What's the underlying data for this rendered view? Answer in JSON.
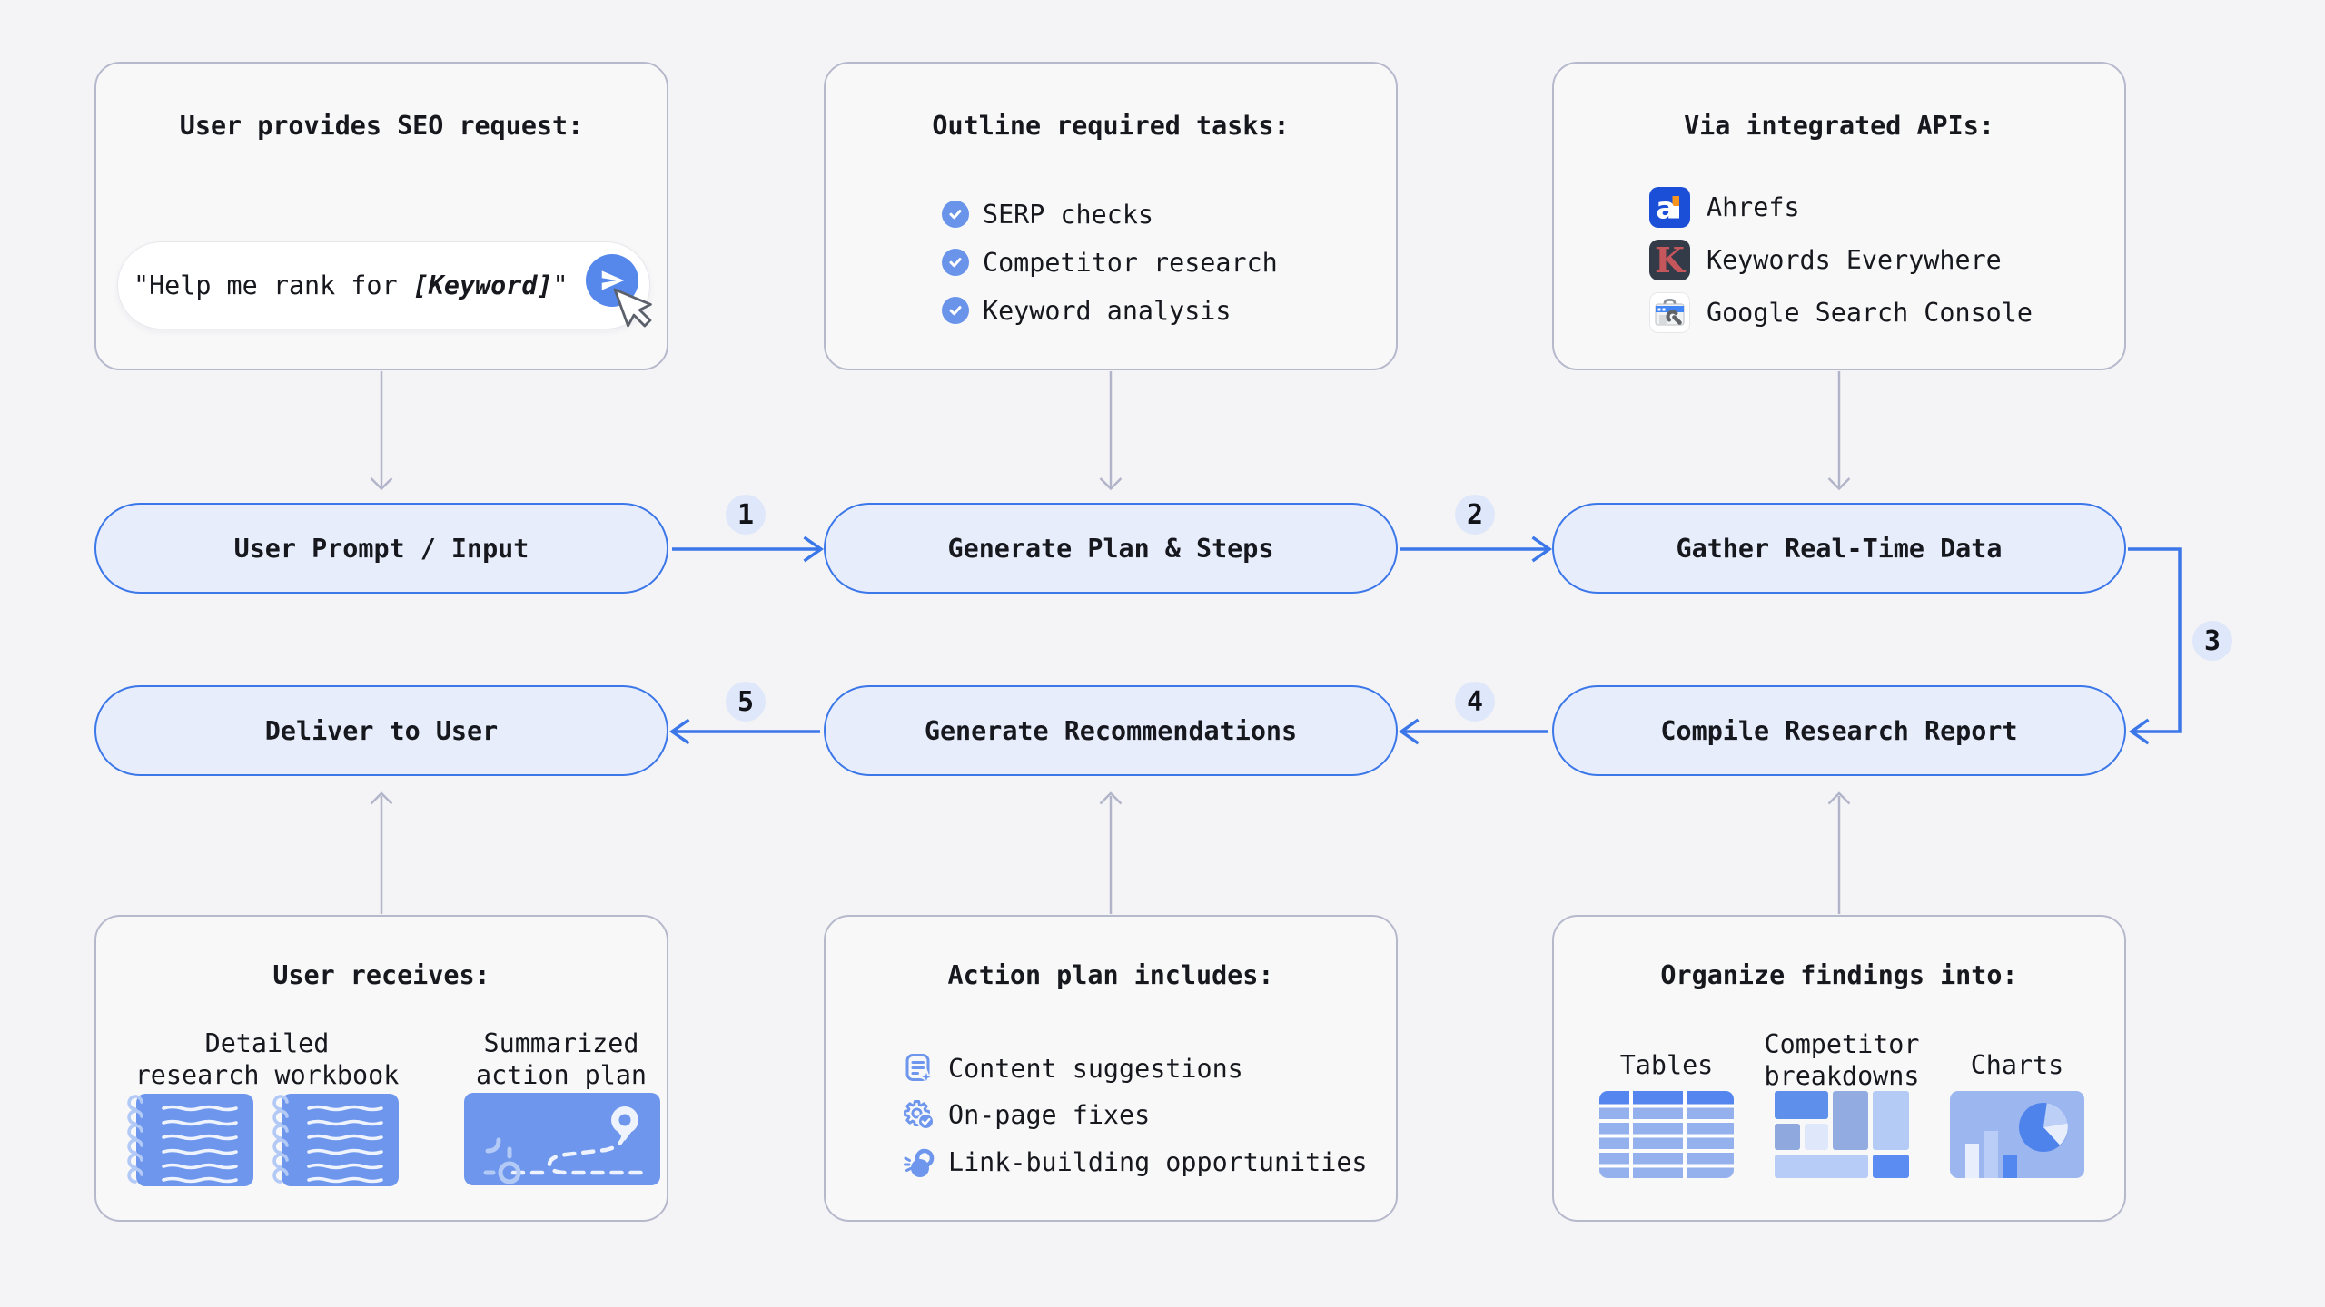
{
  "colors": {
    "accent_blue": "#3b77e9",
    "pill_fill": "#e7edfb",
    "connector_gray": "#b2b5c9",
    "badge_fill": "#dfe7fa",
    "icon_blue": "#6d96ec",
    "ahrefs_blue": "#1b4fd8",
    "keywords_everywhere_dark": "#333b49",
    "gsc_blue": "#4285f4"
  },
  "cards": {
    "request": {
      "title": "User provides SEO request:",
      "input": {
        "prefix": "\"Help me rank for ",
        "keyword": "[Keyword]",
        "suffix": "\"",
        "send_icon": "paper-plane-icon",
        "cursor_icon": "mouse-cursor-icon"
      }
    },
    "tasks": {
      "title": "Outline required tasks:",
      "items": [
        {
          "label": "SERP checks",
          "icon": "check-circle-icon"
        },
        {
          "label": "Competitor research",
          "icon": "check-circle-icon"
        },
        {
          "label": "Keyword analysis",
          "icon": "check-circle-icon"
        }
      ]
    },
    "apis": {
      "title": "Via integrated APIs:",
      "items": [
        {
          "label": "Ahrefs",
          "icon": "ahrefs-icon"
        },
        {
          "label": "Keywords Everywhere",
          "icon": "keywords-everywhere-icon"
        },
        {
          "label": "Google Search Console",
          "icon": "google-search-console-icon"
        }
      ]
    },
    "receives": {
      "title": "User receives:",
      "workbook_label": "Detailed\nresearch workbook",
      "plan_label": "Summarized\naction plan",
      "icons": [
        "notebook-icon",
        "notebook-icon",
        "route-map-icon"
      ]
    },
    "plan": {
      "title": "Action plan includes:",
      "items": [
        {
          "label": "Content suggestions",
          "icon": "document-sparkle-icon"
        },
        {
          "label": "On-page fixes",
          "icon": "gear-check-icon"
        },
        {
          "label": "Link-building opportunities",
          "icon": "link-spark-icon"
        }
      ]
    },
    "organize": {
      "title": "Organize findings into:",
      "labels": [
        "Tables",
        "Competitor\nbreakdowns",
        "Charts"
      ],
      "icons": [
        "table-icon",
        "treemap-icon",
        "charts-icon"
      ]
    }
  },
  "flow": {
    "row1": [
      "User Prompt / Input",
      "Generate Plan & Steps",
      "Gather Real-Time Data"
    ],
    "row2": [
      "Deliver to User",
      "Generate Recommendations",
      "Compile Research Report"
    ],
    "badges": [
      "1",
      "2",
      "3",
      "4",
      "5"
    ]
  }
}
